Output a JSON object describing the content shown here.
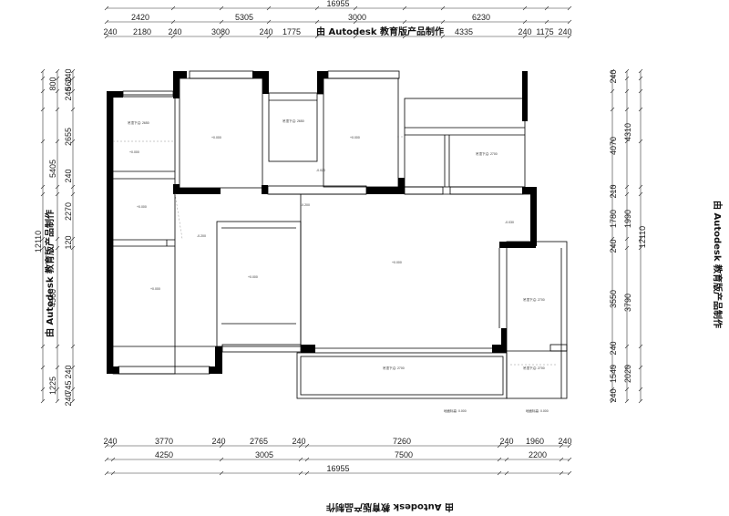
{
  "watermark": "由 Autodesk 教育版产品制作",
  "top": {
    "overall": "16955",
    "row1": [
      "2420",
      "5305",
      "3000",
      "6230"
    ],
    "row2": [
      "240",
      "2180",
      "240",
      "3080",
      "240",
      "1775",
      "4335",
      "240",
      "1175",
      "240"
    ]
  },
  "bottom": {
    "row1": [
      "240",
      "3770",
      "240",
      "2765",
      "240",
      "7260",
      "240",
      "1960",
      "240"
    ],
    "row2": [
      "4250",
      "3005",
      "7500",
      "2200"
    ],
    "overall": "16955"
  },
  "left": {
    "overall": "12110",
    "outer": [
      "800",
      "5405",
      "4560",
      "1225"
    ],
    "inner": [
      "240",
      "560",
      "240",
      "2655",
      "240",
      "2270",
      "120",
      "240",
      "745",
      "240"
    ]
  },
  "right": {
    "overall": "12110",
    "outer": [
      "4310",
      "1990",
      "3790",
      "2020"
    ],
    "inner": [
      "240",
      "4070",
      "210",
      "1780",
      "240",
      "3550",
      "240",
      "1540",
      "240"
    ]
  },
  "plan_labels": {
    "elevations": [
      "+0.000",
      "-0.020",
      "-0.200",
      "-0.030",
      "-0.050"
    ],
    "room_notes": [
      "吊顶下沿: 2650",
      "吊顶下沿: 2700",
      "地面标高: 0.000"
    ]
  }
}
